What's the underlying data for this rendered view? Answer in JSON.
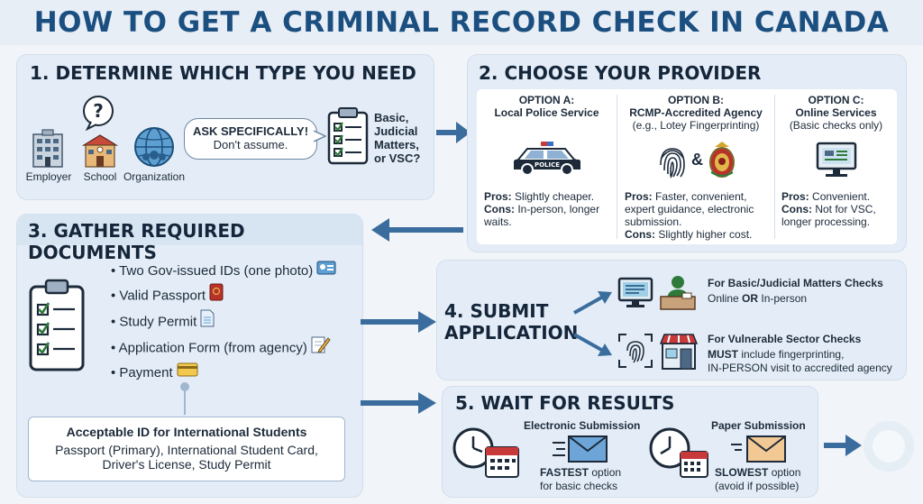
{
  "title": "HOW TO GET A CRIMINAL RECORD CHECK IN CANADA",
  "step1": {
    "heading": "1. DETERMINE WHICH TYPE YOU NEED",
    "icon_labels": [
      "Employer",
      "School",
      "Organization"
    ],
    "bubble_title": "ASK SPECIFICALLY!",
    "bubble_text": "Don't assume.",
    "checklist_lines": [
      "Basic,",
      "Judicial",
      "Matters,",
      "or VSC?"
    ]
  },
  "step2": {
    "heading": "2. CHOOSE YOUR PROVIDER",
    "options": [
      {
        "title": "OPTION A:",
        "subtitle": "Local Police Service",
        "note": "",
        "pros": "Slightly cheaper.",
        "cons": "In-person, longer waits."
      },
      {
        "title": "OPTION B:",
        "subtitle": "RCMP-Accredited Agency",
        "note": "(e.g., Lotey Fingerprinting)",
        "pros": "Faster, convenient, expert guidance, electronic submission.",
        "cons": "Slightly higher cost."
      },
      {
        "title": "OPTION C:",
        "subtitle": "Online Services",
        "note": "(Basic checks only)",
        "pros": "Convenient.",
        "cons": "Not for VSC, longer processing."
      }
    ],
    "pros_label": "Pros:",
    "cons_label": "Cons:",
    "police_car_text": "POLICE",
    "ampersand": "&"
  },
  "step3": {
    "heading": "3. GATHER REQUIRED DOCUMENTS",
    "items": [
      "Two Gov-issued IDs (one photo)",
      "Valid Passport",
      "Study Permit",
      "Application Form (from agency)",
      "Payment"
    ],
    "id_box_title": "Acceptable ID for International Students",
    "id_box_text_1": "Passport (Primary), International Student Card,",
    "id_box_text_2": "Driver's License, Study Permit"
  },
  "step4": {
    "heading_1": "4. SUBMIT",
    "heading_2": "APPLICATION",
    "basic_title": "For Basic/Judicial Matters Checks",
    "basic_text_a": "Online",
    "basic_text_or": "OR",
    "basic_text_b": "In-person",
    "vsc_title": "For Vulnerable Sector Checks",
    "vsc_must": "MUST",
    "vsc_text_1": "include fingerprinting,",
    "vsc_text_2": "IN-PERSON visit to accredited agency"
  },
  "step5": {
    "heading": "5. WAIT FOR RESULTS",
    "electronic_title": "Electronic Submission",
    "electronic_bold": "FASTEST",
    "electronic_text_1": "option",
    "electronic_text_2": "for basic checks",
    "paper_title": "Paper Submission",
    "paper_bold": "SLOWEST",
    "paper_text_1": "option",
    "paper_text_2": "(avoid if possible)"
  },
  "colors": {
    "accent": "#1b4f80",
    "arrow": "#3a6d9e",
    "panel": "#e4edf7"
  }
}
